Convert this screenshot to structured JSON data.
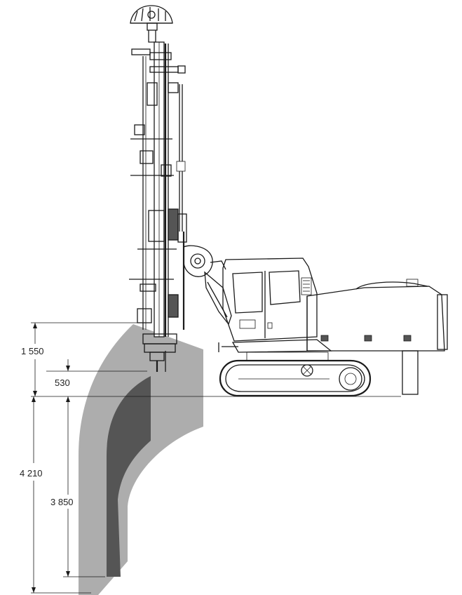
{
  "diagram": {
    "colors": {
      "outer_reach": "#adadad",
      "inner_reach": "#555555",
      "line": "#1a1a1a",
      "background": "#ffffff"
    },
    "dimensions": {
      "height_above_ground": "1 550",
      "feed_offset": "530",
      "total_depth": "4 210",
      "inner_depth": "3 850"
    }
  }
}
